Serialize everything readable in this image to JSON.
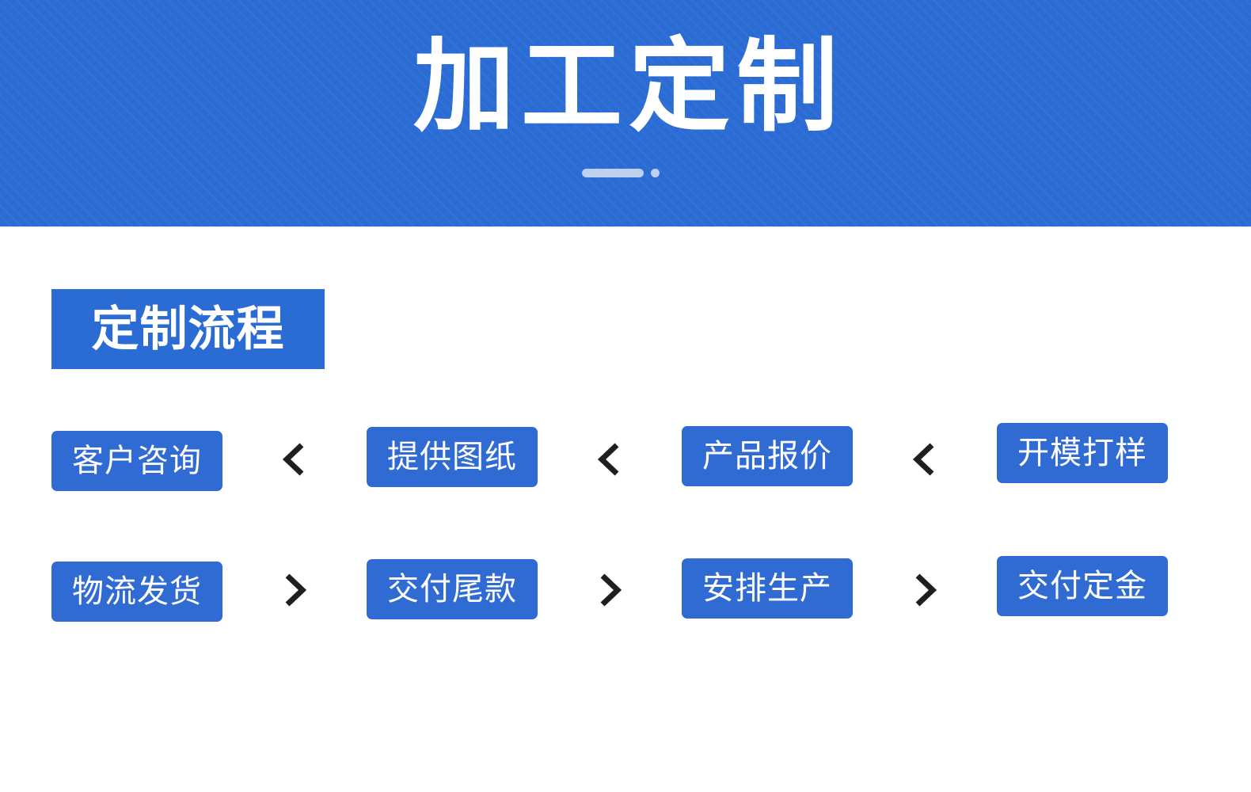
{
  "banner": {
    "title": "加工定制",
    "decoration": {
      "bar_name": "deco-bar",
      "dot_name": "deco-dot"
    },
    "background_color": "#2a6bd4",
    "title_color": "#ffffff"
  },
  "section": {
    "heading": "定制流程",
    "heading_bg_color": "#2a6bd4",
    "heading_text_color": "#ffffff"
  },
  "flow": {
    "step_bg_color": "#2f6bd2",
    "step_text_color": "#ffffff",
    "arrow_color": "#211f1e",
    "rows": [
      {
        "direction": "left",
        "arrow_glyph": "<",
        "steps": [
          {
            "label": "客户咨询"
          },
          {
            "label": "提供图纸"
          },
          {
            "label": "产品报价"
          },
          {
            "label": "开模打样"
          }
        ]
      },
      {
        "direction": "right",
        "arrow_glyph": ">",
        "steps": [
          {
            "label": "物流发货"
          },
          {
            "label": "交付尾款"
          },
          {
            "label": "安排生产"
          },
          {
            "label": "交付定金"
          }
        ]
      }
    ]
  }
}
